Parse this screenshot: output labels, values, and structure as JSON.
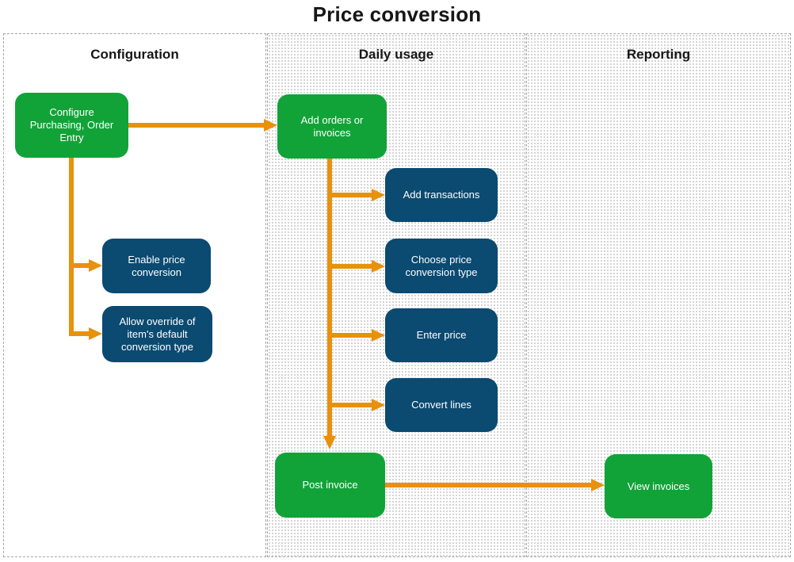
{
  "title": "Price conversion",
  "columns": [
    {
      "label": "Configuration"
    },
    {
      "label": "Daily usage"
    },
    {
      "label": "Reporting"
    }
  ],
  "nodes": {
    "configure_purchasing": "Configure Purchasing, Order Entry",
    "enable_price": "Enable price conversion",
    "allow_override": "Allow override of item's default conversion type",
    "add_orders": "Add orders or invoices",
    "add_transactions": "Add transactions",
    "choose_type": "Choose price conversion type",
    "enter_price": "Enter price",
    "convert_lines": "Convert lines",
    "post_invoice": "Post invoice",
    "view_invoices": "View invoices"
  },
  "colors": {
    "green": "#12a338",
    "blue": "#0b4a71",
    "orange": "#e8910d",
    "ink": "#161616",
    "panel_border": "#a6a6a6",
    "dot": "#c6c6c6"
  }
}
